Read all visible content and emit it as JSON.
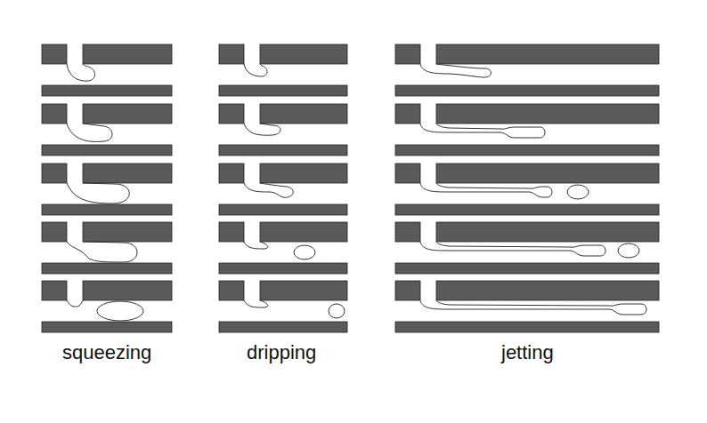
{
  "diagram": {
    "labels": [
      "squeezing",
      "dripping",
      "jetting"
    ]
  }
}
